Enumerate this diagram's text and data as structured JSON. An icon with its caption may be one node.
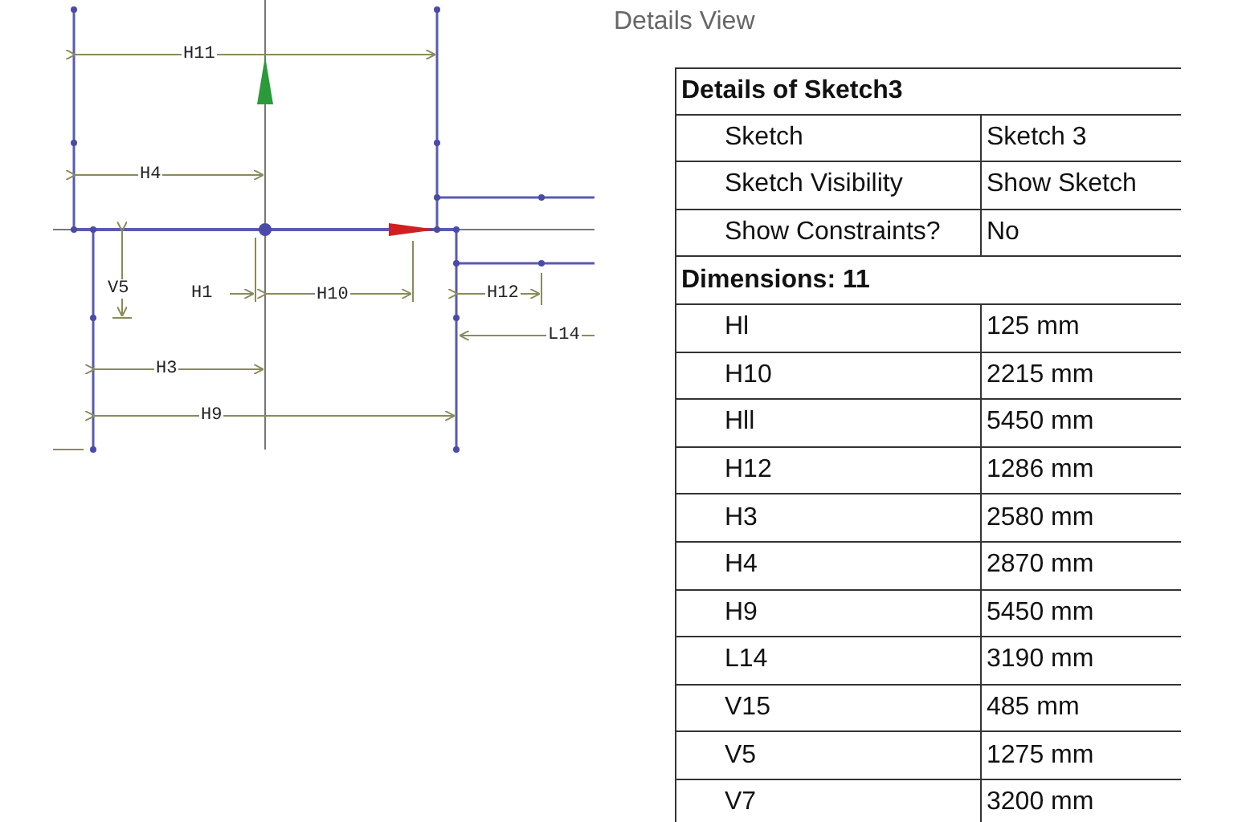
{
  "diagram": {
    "labels": [
      "H11",
      "H4",
      "V5",
      "H1",
      "H10",
      "H12",
      "L14",
      "H3",
      "H9",
      "Details View",
      "Details of Sketch3",
      "Sketch",
      "Sketch 3",
      "Sketch Visibility",
      "Show Sketch",
      "Show Constraints?",
      "No",
      "Dimensions: 11",
      "Hl",
      "125 mm",
      "H10",
      "2215 mm",
      "Hll",
      "5450 mm",
      "H12",
      "1286 mm",
      "H3",
      "2580 mm",
      "H4",
      "2870 mm",
      "H9",
      "5450 mm",
      "L14",
      "3190 mm",
      "V15",
      "485 mm",
      "V5",
      "1275 mm",
      "V7",
      "3200 mm"
    ]
  }
}
